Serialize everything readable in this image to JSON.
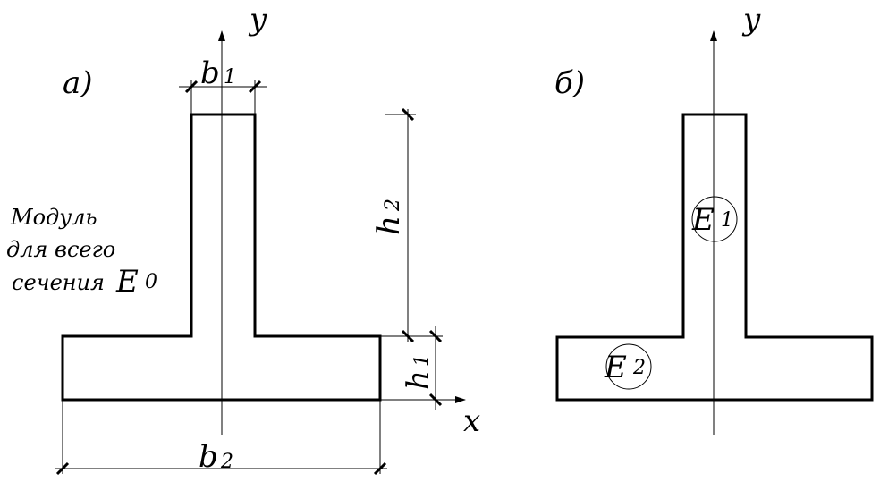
{
  "panel_a": {
    "label": "а)",
    "axis_y": "y",
    "axis_x": "x",
    "dims": {
      "b1_main": "b",
      "b1_sub": "1",
      "h2_main": "h",
      "h2_sub": "2",
      "h1_main": "h",
      "h1_sub": "1",
      "b2_main": "b",
      "b2_sub": "2"
    },
    "note": {
      "line1": "Модуль",
      "line2": "для всего",
      "line3": "сечения",
      "e_main": "E",
      "e_sub": "0"
    }
  },
  "panel_b": {
    "label": "б)",
    "axis_y": "y",
    "e1_main": "E",
    "e1_sub": "1",
    "e2_main": "E",
    "e2_sub": "2"
  }
}
